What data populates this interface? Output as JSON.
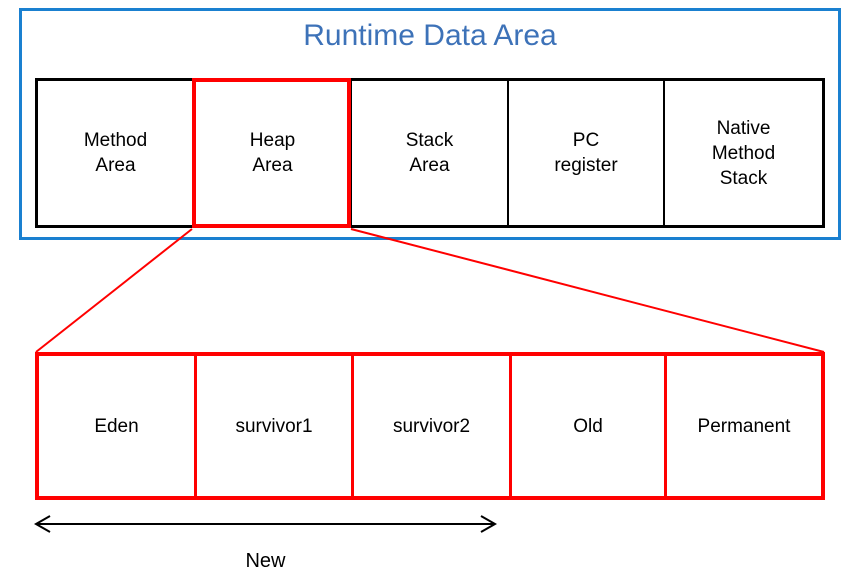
{
  "diagram": {
    "title": "Runtime Data Area",
    "title_color": "#3d72b8",
    "frame_color": "#1a80d0",
    "highlight_color": "#ff0000",
    "box_color": "#000000"
  },
  "runtime_areas": {
    "cells": [
      {
        "label": "Method\nArea",
        "highlighted": "false"
      },
      {
        "label": "Heap\nArea",
        "highlighted": "true"
      },
      {
        "label": "Stack\nArea",
        "highlighted": "false"
      },
      {
        "label": "PC\nregister",
        "highlighted": "false"
      },
      {
        "label": "Native\nMethod\nStack",
        "highlighted": "false"
      }
    ]
  },
  "heap_detail": {
    "cells": [
      {
        "label": "Eden"
      },
      {
        "label": "survivor1"
      },
      {
        "label": "survivor2"
      },
      {
        "label": "Old"
      },
      {
        "label": "Permanent"
      }
    ],
    "span_label": "New",
    "span_covers": "Eden, survivor1, survivor2"
  }
}
